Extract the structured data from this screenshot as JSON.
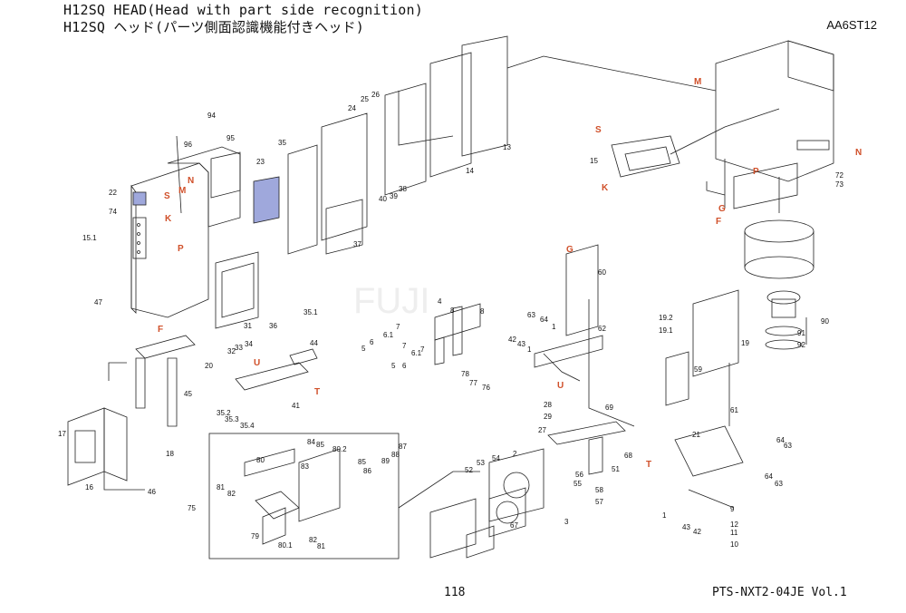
{
  "header": {
    "title_en": "H12SQ HEAD(Head with part side recognition)",
    "title_jp": "H12SQ ヘッド(パーツ側面認識機能付きヘッド)",
    "drawing_code": "AA6ST12"
  },
  "footer": {
    "page_number": "118",
    "document_id": "PTS-NXT2-04JE  Vol.1"
  },
  "colors": {
    "ref_letter": "#d0502a",
    "line": "#222222",
    "highlight": "#9fa8dc"
  },
  "part_numbers": [
    "1",
    "2",
    "3",
    "4",
    "5",
    "6",
    "6.1",
    "7",
    "8",
    "9",
    "10",
    "11",
    "12",
    "13",
    "14",
    "15",
    "15.1",
    "16",
    "17",
    "18",
    "19",
    "19.1",
    "19.2",
    "20",
    "21",
    "22",
    "23",
    "24",
    "25",
    "26",
    "27",
    "28",
    "29",
    "31",
    "32",
    "33",
    "34",
    "35",
    "35.1",
    "35.2",
    "35.3",
    "35.4",
    "36",
    "37",
    "38",
    "39",
    "40",
    "41",
    "42",
    "43",
    "44",
    "45",
    "46",
    "47",
    "51",
    "52",
    "53",
    "54",
    "55",
    "56",
    "57",
    "58",
    "59",
    "60",
    "61",
    "62",
    "63",
    "64",
    "67",
    "68",
    "69",
    "72",
    "73",
    "74",
    "75",
    "76",
    "77",
    "78",
    "79",
    "80",
    "80.1",
    "80.2",
    "81",
    "82",
    "83",
    "84",
    "85",
    "86",
    "87",
    "88",
    "89",
    "90",
    "91",
    "92",
    "94",
    "95",
    "96"
  ],
  "reference_letters": [
    "S",
    "M",
    "N",
    "K",
    "P",
    "F",
    "G",
    "U",
    "T"
  ],
  "watermark": "FUJI"
}
